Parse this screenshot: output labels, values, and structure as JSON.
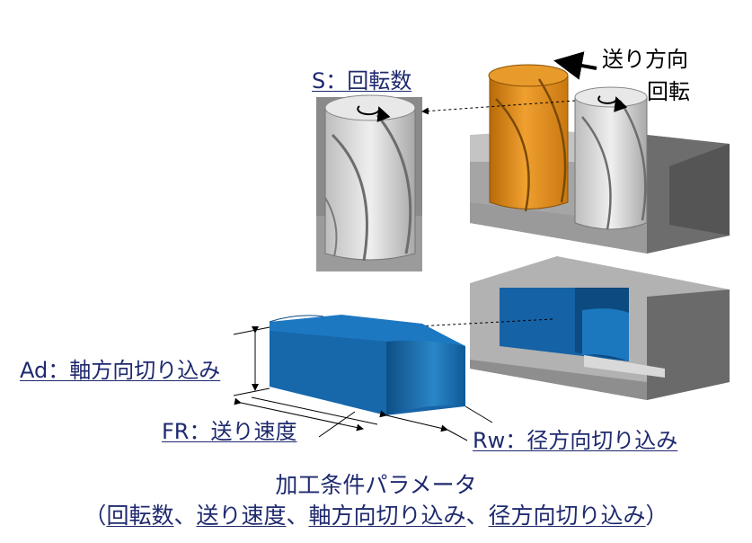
{
  "labels": {
    "spindle_speed": "S：回転数",
    "feed_direction": "送り方向",
    "rotation": "回転",
    "axial_depth": "Ad：軸方向切り込み",
    "feed_rate": "FR：送り速度",
    "radial_depth": "Rw：径方向切り込み"
  },
  "caption": {
    "title": "加工条件パラメータ",
    "open_paren": "（",
    "items": [
      "回転数",
      "送り速度",
      "軸方向切り込み",
      "径方向切り込み"
    ],
    "separator": "、",
    "close_paren": "）"
  },
  "colors": {
    "label_text": "#1f2a6e",
    "workpiece_blue": "#1a6aa8",
    "tool_orange": "#d9820f",
    "tool_silver": "#d6d6d6",
    "block_gray": "#a7a7a7"
  }
}
